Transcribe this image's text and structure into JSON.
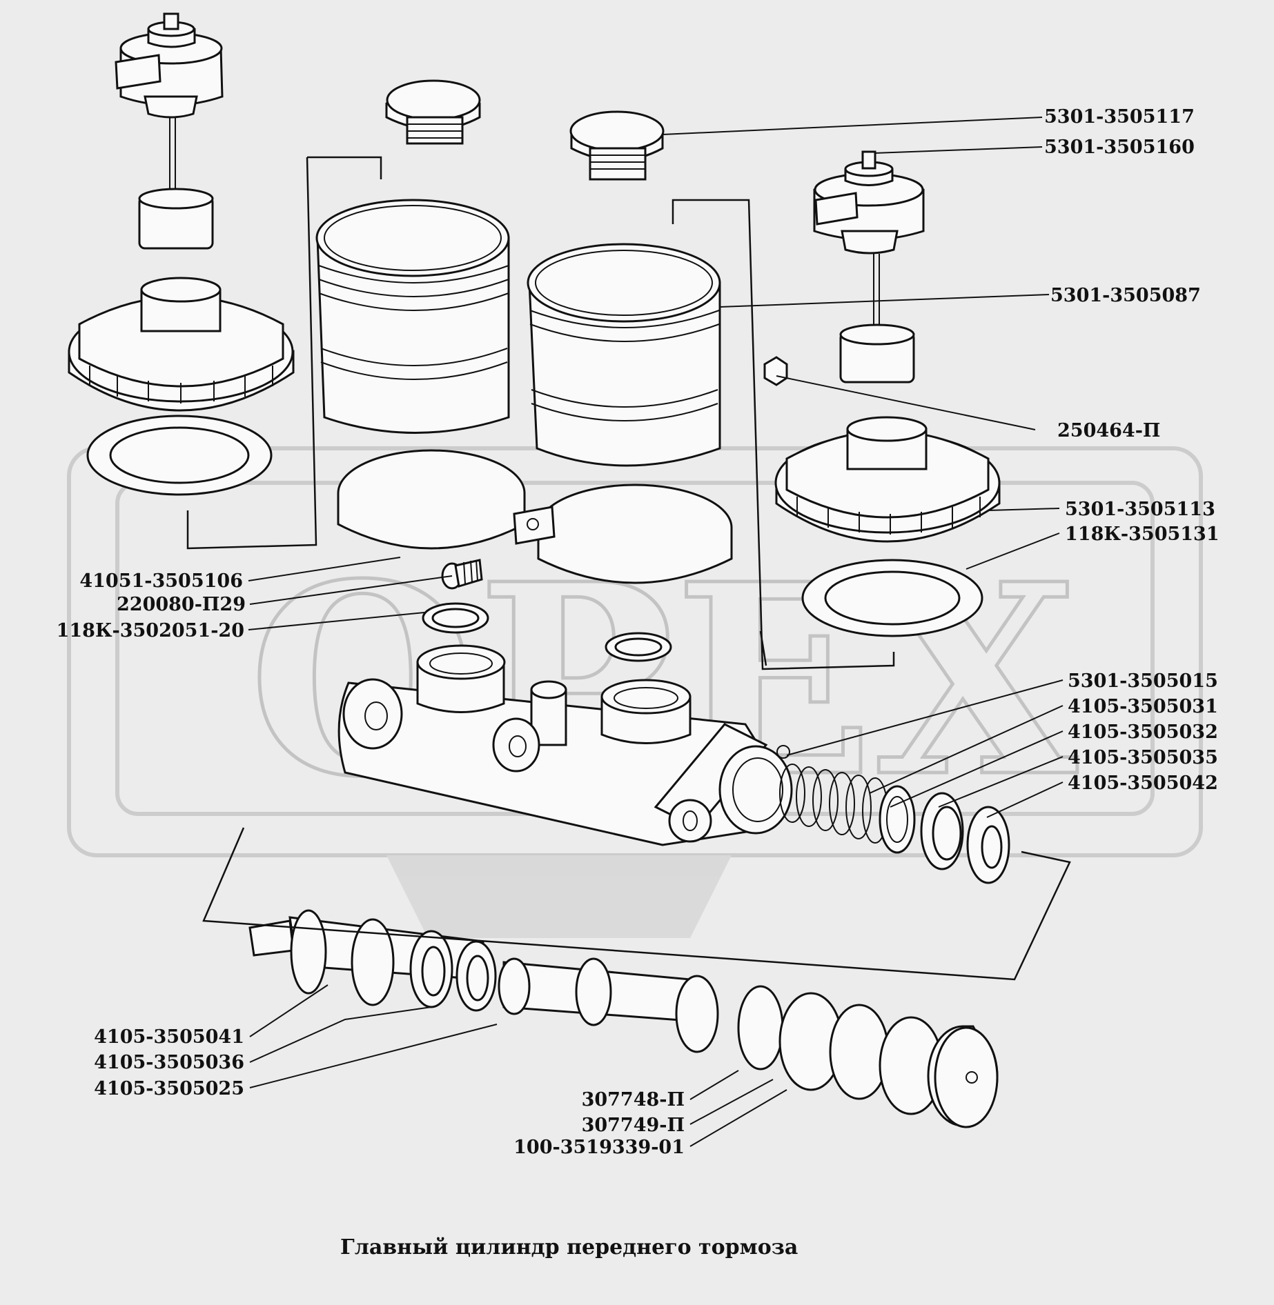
{
  "diagram": {
    "title": "Главный цилиндр переднего тормоза",
    "watermark": "ОРЕХ",
    "parts": [
      "5301-3505117",
      "5301-3505160",
      "5301-3505087",
      "250464-П",
      "5301-3505113",
      "118К-3505131",
      "41051-3505106",
      "220080-П29",
      "118К-3502051-20",
      "5301-3505015",
      "4105-3505031",
      "4105-3505032",
      "4105-3505035",
      "4105-3505042",
      "4105-3505041",
      "4105-3505036",
      "4105-3505025",
      "307748-П",
      "307749-П",
      "100-3519339-01"
    ]
  }
}
